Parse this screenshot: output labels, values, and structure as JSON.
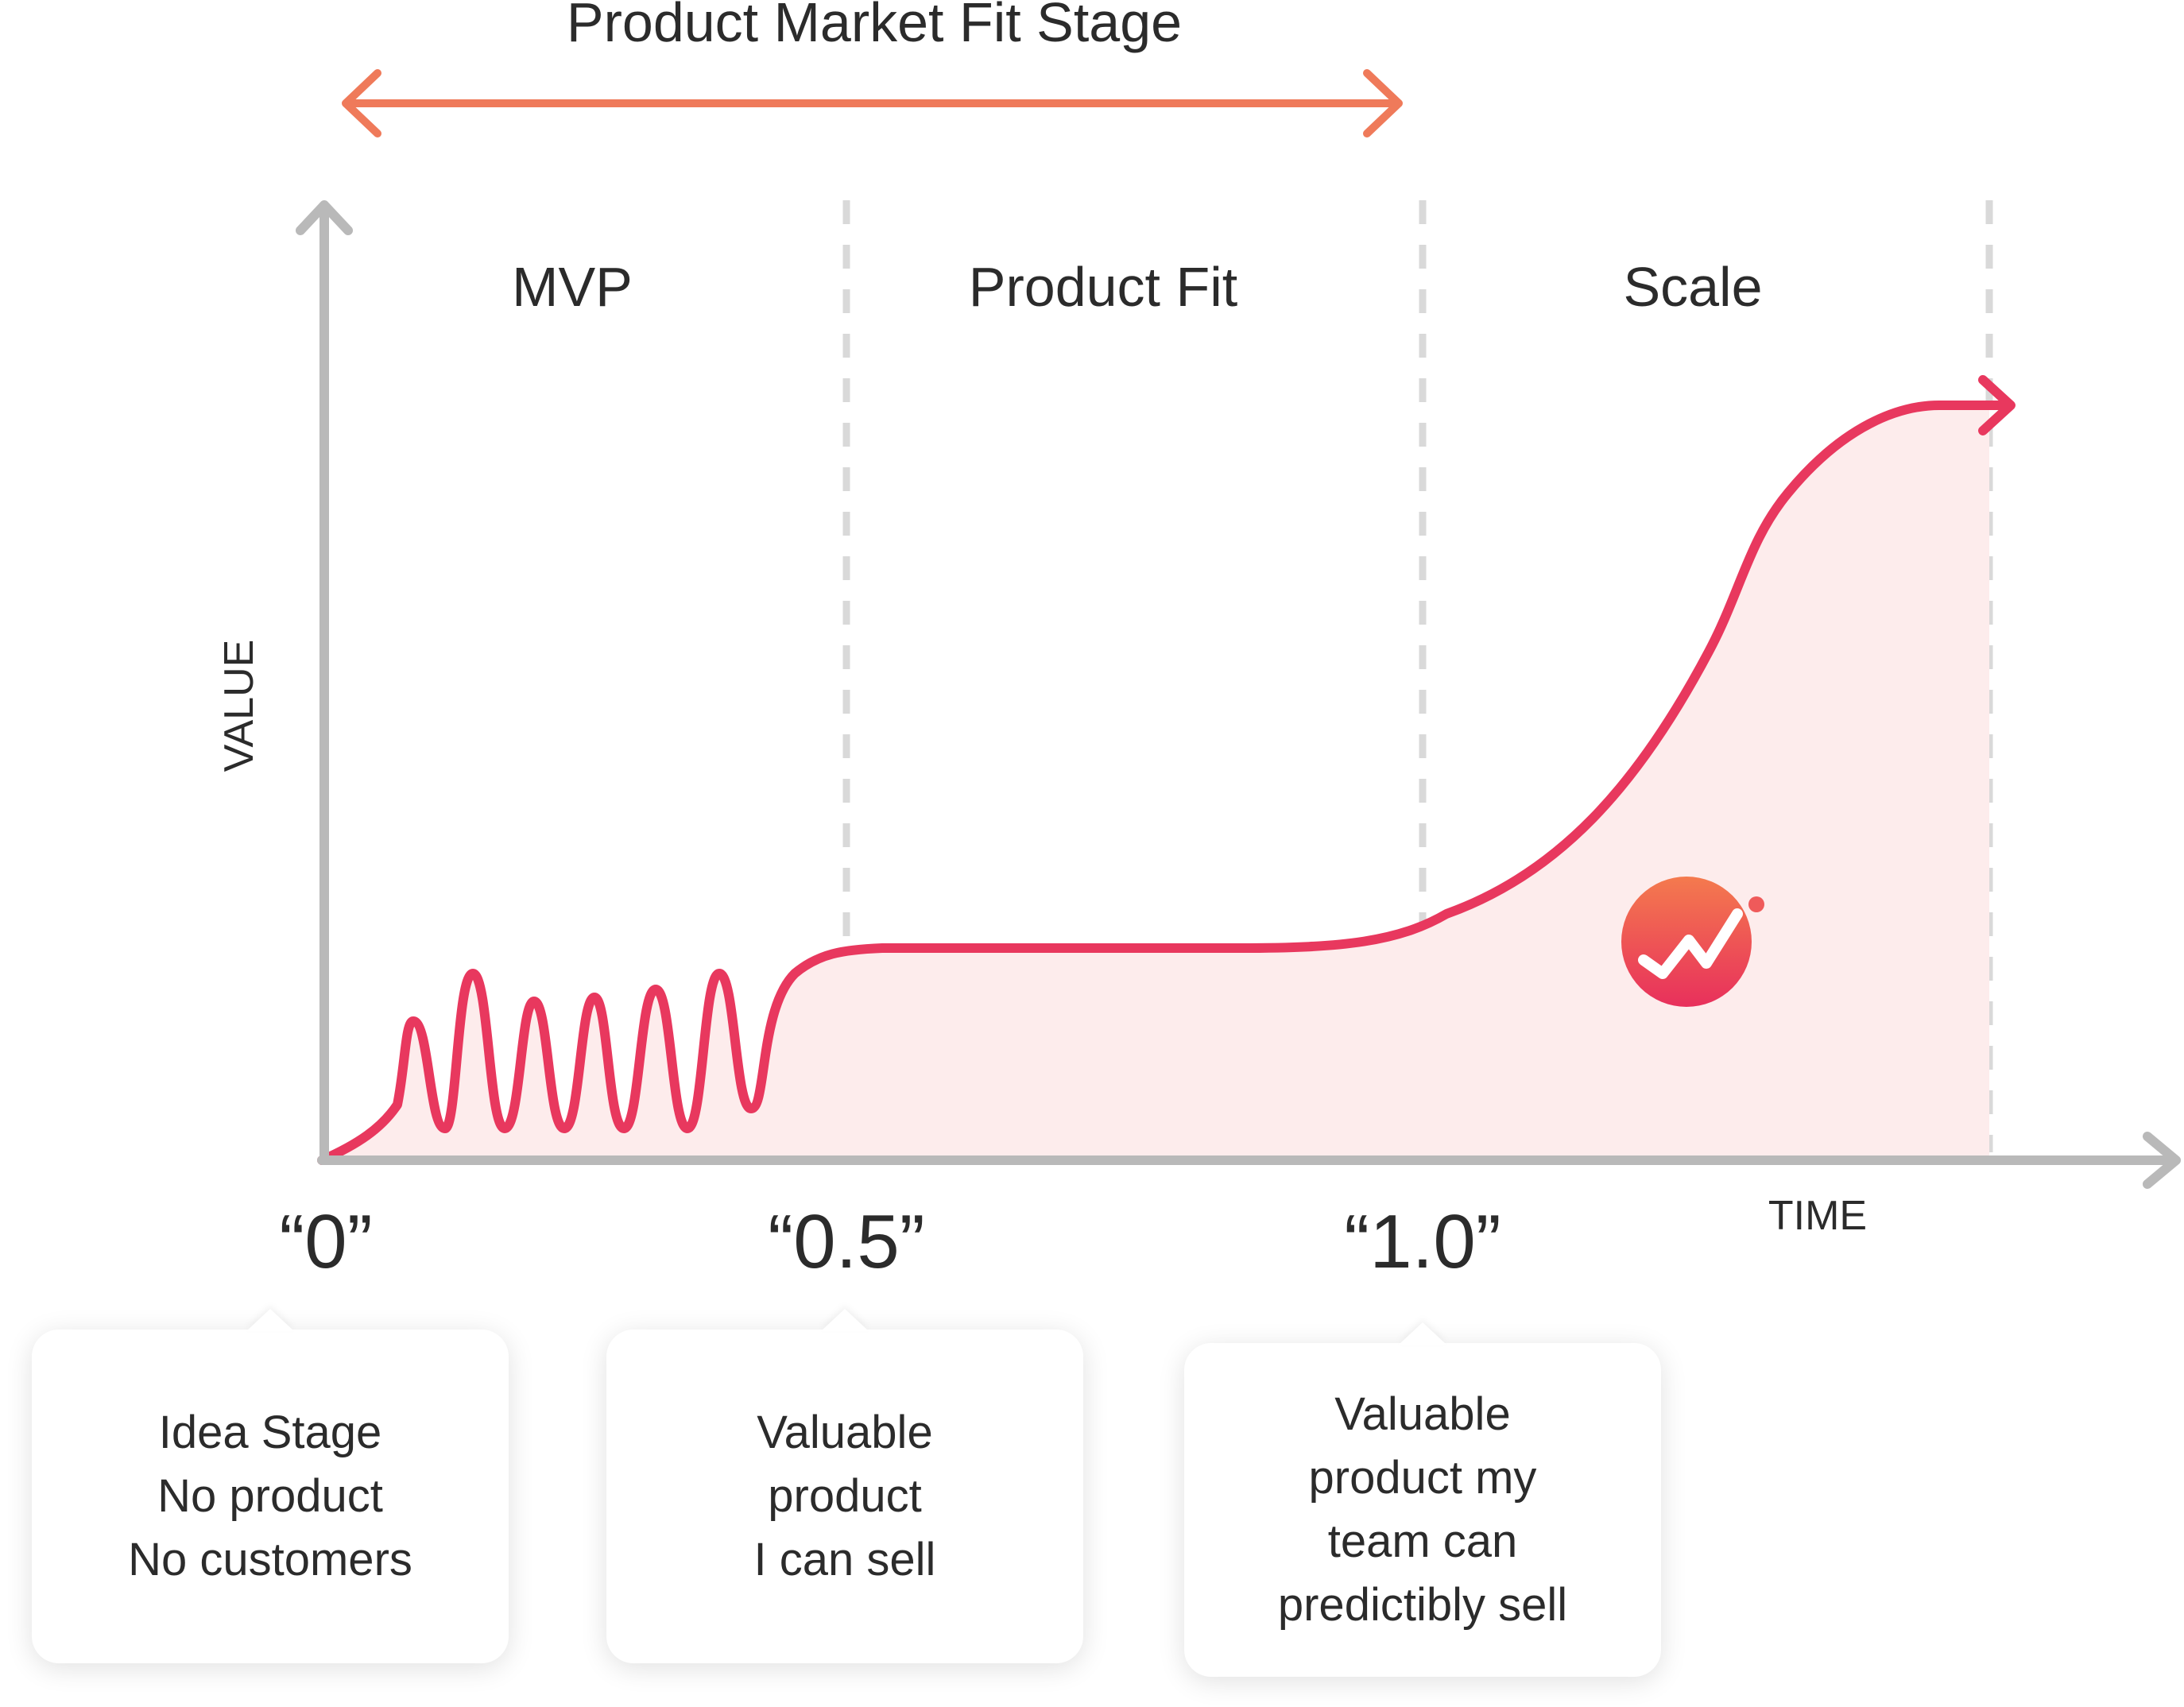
{
  "stage": {
    "title": "Product Market Fit Stage"
  },
  "phases": [
    "MVP",
    "Product Fit",
    "Scale"
  ],
  "axes": {
    "y_label": "VALUE",
    "x_label": "TIME"
  },
  "ticks": [
    "“0”",
    "“0.5”",
    "“1.0”"
  ],
  "cards": [
    {
      "lines": [
        "Idea Stage",
        "No product",
        "No customers"
      ]
    },
    {
      "lines": [
        "Valuable",
        "product",
        "I can sell"
      ]
    },
    {
      "lines": [
        "Valuable",
        "product my",
        "team can",
        "predictibly sell"
      ]
    }
  ],
  "colors": {
    "curve": "#e8385e",
    "fill": "#fdecec",
    "arrow": "#ef7a5a",
    "axis": "#b9b9b9",
    "divider": "#d9d9d9",
    "text": "#2b2b2b"
  },
  "logo": {
    "icon": "trend-up-logo-icon"
  }
}
